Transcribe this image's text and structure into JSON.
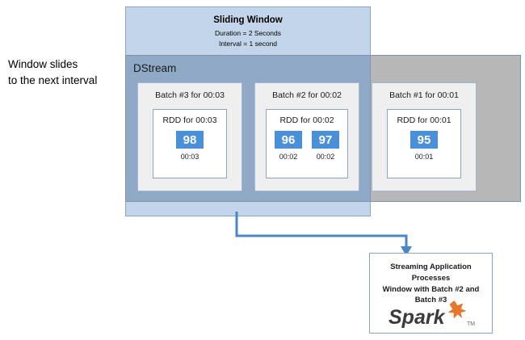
{
  "caption": {
    "text": "Window slides\nto the next interval"
  },
  "sliding_window": {
    "title": "Sliding Window",
    "duration": "Duration = 2 Seconds",
    "interval": "Interval = 1 second",
    "fill_color": "#c3d5ea",
    "border_color": "#8aa6c4"
  },
  "dstream": {
    "label": "DStream",
    "band_color": "#8fa9c6",
    "outside_color": "#b7b7b7"
  },
  "batches": [
    {
      "title": "Batch #3 for 00:03",
      "rdd_title": "RDD for 00:03",
      "in_window": true,
      "values": [
        {
          "value": "98",
          "time": "00:03"
        }
      ]
    },
    {
      "title": "Batch #2 for 00:02",
      "rdd_title": "RDD for 00:02",
      "in_window": true,
      "values": [
        {
          "value": "96",
          "time": "00:02"
        },
        {
          "value": "97",
          "time": "00:02"
        }
      ]
    },
    {
      "title": "Batch #1 for 00:01",
      "rdd_title": "RDD for 00:01",
      "in_window": false,
      "values": [
        {
          "value": "95",
          "time": "00:01"
        }
      ]
    }
  ],
  "value_chip": {
    "fill_color": "#4a90d9",
    "text_color": "#ffffff"
  },
  "connector": {
    "color": "#4a86c8",
    "shape": "elbow-down-right-down-with-arrowhead"
  },
  "output": {
    "text": "Streaming Application\nProcesses\nWindow with Batch #2 and\nBatch #3",
    "logo_text": "Spark",
    "logo_star_color": "#e8762c",
    "logo_word_color": "#3b3b3b"
  }
}
